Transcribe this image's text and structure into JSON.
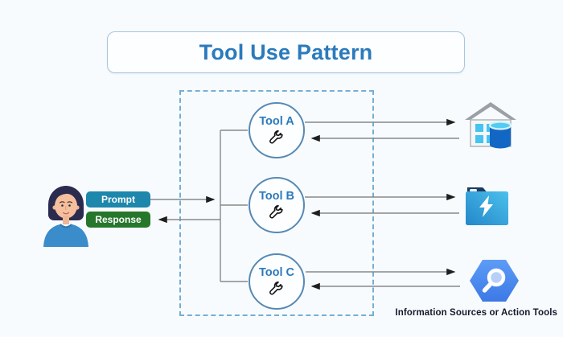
{
  "title": "Tool Use Pattern",
  "actor": {
    "avatar": "woman-user-avatar"
  },
  "messages": {
    "prompt": "Prompt",
    "response": "Response"
  },
  "tool_group": {
    "tools": [
      {
        "label": "Tool A",
        "icon": "wrench-icon"
      },
      {
        "label": "Tool B",
        "icon": "wrench-icon"
      },
      {
        "label": "Tool C",
        "icon": "wrench-icon"
      }
    ]
  },
  "targets": [
    {
      "icon": "data-warehouse-icon"
    },
    {
      "icon": "storage-folder-icon"
    },
    {
      "icon": "search-hexagon-icon"
    }
  ],
  "caption": "Information Sources or Action Tools",
  "colors": {
    "bg": "#f8fbfd",
    "accent": "#2b7abc",
    "titleBorder": "#a9c6de",
    "prompt": "#1d87ac",
    "response": "#26772c",
    "circleBorder": "#5689b4",
    "dashed": "#74afd3",
    "line": "#85898d",
    "arrow": "#1f1f1f",
    "caption": "#18182c"
  }
}
